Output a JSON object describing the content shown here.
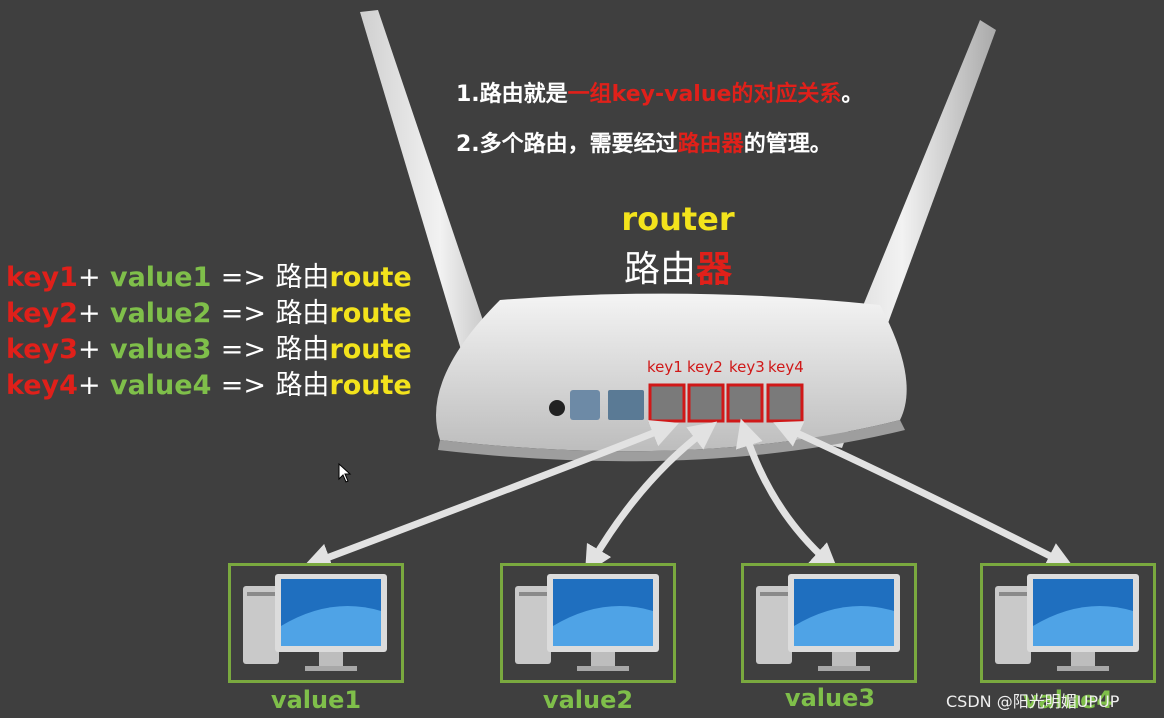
{
  "notes": {
    "line1": {
      "prefix": "1.路由就是",
      "highlight": "一组key-value的对应关系",
      "suffix": "。"
    },
    "line2": {
      "prefix": "2.多个路由，需要经过",
      "highlight": "路由器",
      "suffix": "的管理。"
    }
  },
  "router_title": {
    "en": "router",
    "cn_main": "路由",
    "cn_highlight": "器"
  },
  "mappings": [
    {
      "key": "key1",
      "plus": "+",
      "value": "value1",
      "arrow": "=>",
      "cn": "路由",
      "route": "route"
    },
    {
      "key": "key2",
      "plus": "+",
      "value": "value2",
      "arrow": "=>",
      "cn": "路由",
      "route": "route"
    },
    {
      "key": "key3",
      "plus": "+",
      "value": "value3",
      "arrow": "=>",
      "cn": "路由",
      "route": "route"
    },
    {
      "key": "key4",
      "plus": "+",
      "value": "value4",
      "arrow": "=>",
      "cn": "路由",
      "route": "route"
    }
  ],
  "ports": [
    "key1",
    "key2",
    "key3",
    "key4"
  ],
  "computers": [
    "value1",
    "value2",
    "value3",
    "value4"
  ],
  "watermark": "CSDN @阳光明媚UPUP",
  "colors": {
    "background": "#3f3f3f",
    "key": "#e0201a",
    "value": "#7fbf4a",
    "route": "#f3e31c",
    "frame": "#7aa93f"
  }
}
